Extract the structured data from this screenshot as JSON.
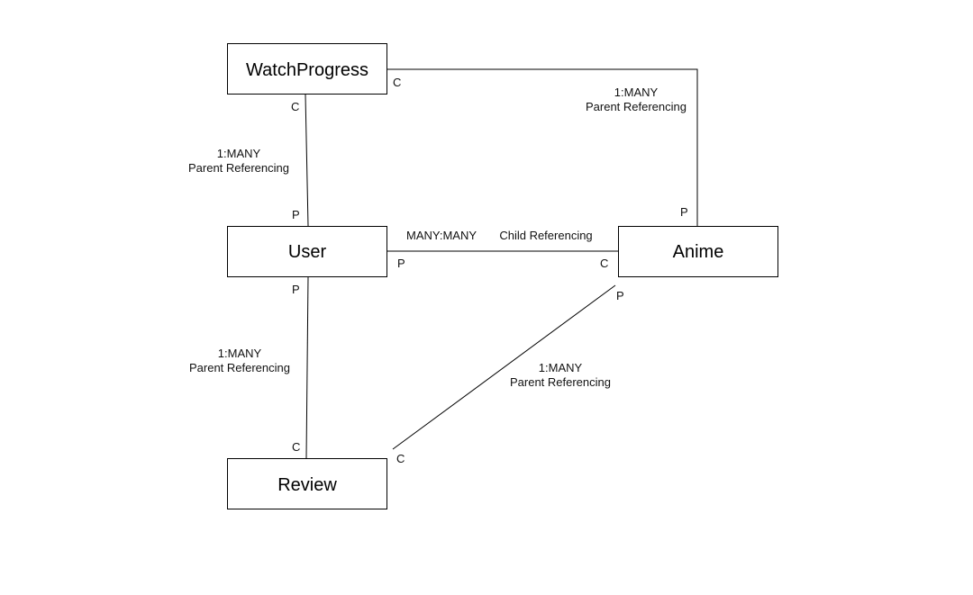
{
  "entities": {
    "watch_progress": "WatchProgress",
    "user": "User",
    "anime": "Anime",
    "review": "Review"
  },
  "relationships": {
    "watchprogress_user": {
      "cardinality": "1:MANY",
      "type": "Parent Referencing",
      "end_watchprogress": "C",
      "end_user": "P"
    },
    "watchprogress_anime": {
      "cardinality": "1:MANY",
      "type": "Parent Referencing",
      "end_watchprogress": "C",
      "end_anime": "P"
    },
    "user_anime": {
      "cardinality": "MANY:MANY",
      "type": "Child Referencing",
      "end_user": "P",
      "end_anime": "C"
    },
    "user_review": {
      "cardinality": "1:MANY",
      "type": "Parent Referencing",
      "end_user": "P",
      "end_review": "C"
    },
    "anime_review": {
      "cardinality": "1:MANY",
      "type": "Parent Referencing",
      "end_anime": "P",
      "end_review": "C"
    }
  }
}
